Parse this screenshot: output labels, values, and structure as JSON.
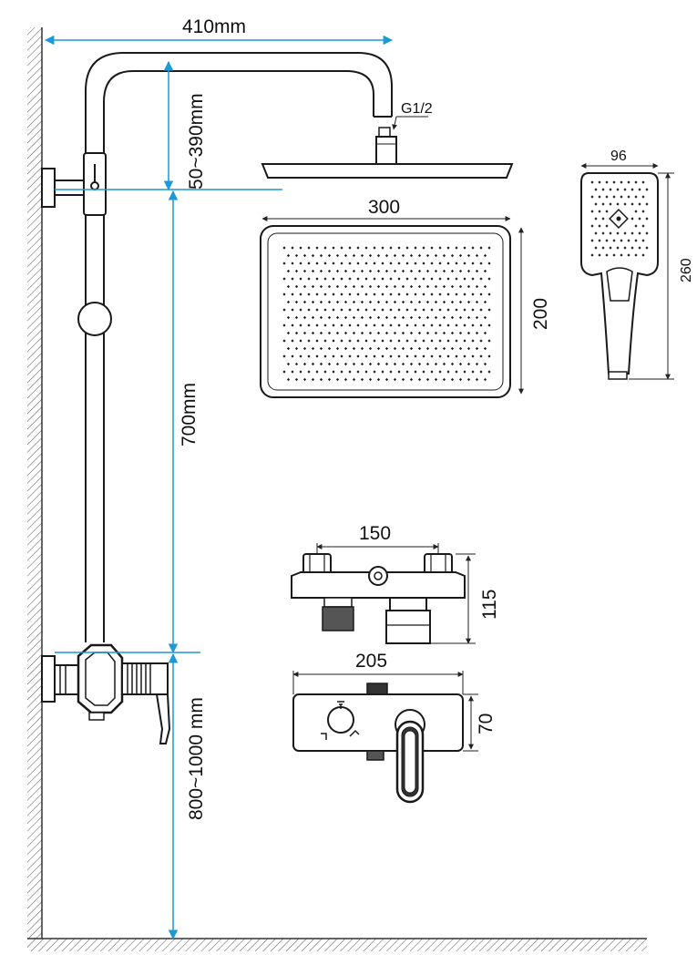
{
  "labels": {
    "arm_width": "410mm",
    "arm_height": "50~390mm",
    "rail_height": "700mm",
    "mixer_height": "800~1000 mm",
    "thread": "G1/2",
    "head_width": "300",
    "head_depth": "200",
    "hand_width": "96",
    "hand_length": "260",
    "inlet_spacing": "150",
    "mixer_depth": "115",
    "mixer_width": "205",
    "mixer_face_height": "70"
  },
  "colors": {
    "dimension_line": "#1a9ad6",
    "outline": "#1a1a1a",
    "hatch": "#444444"
  }
}
